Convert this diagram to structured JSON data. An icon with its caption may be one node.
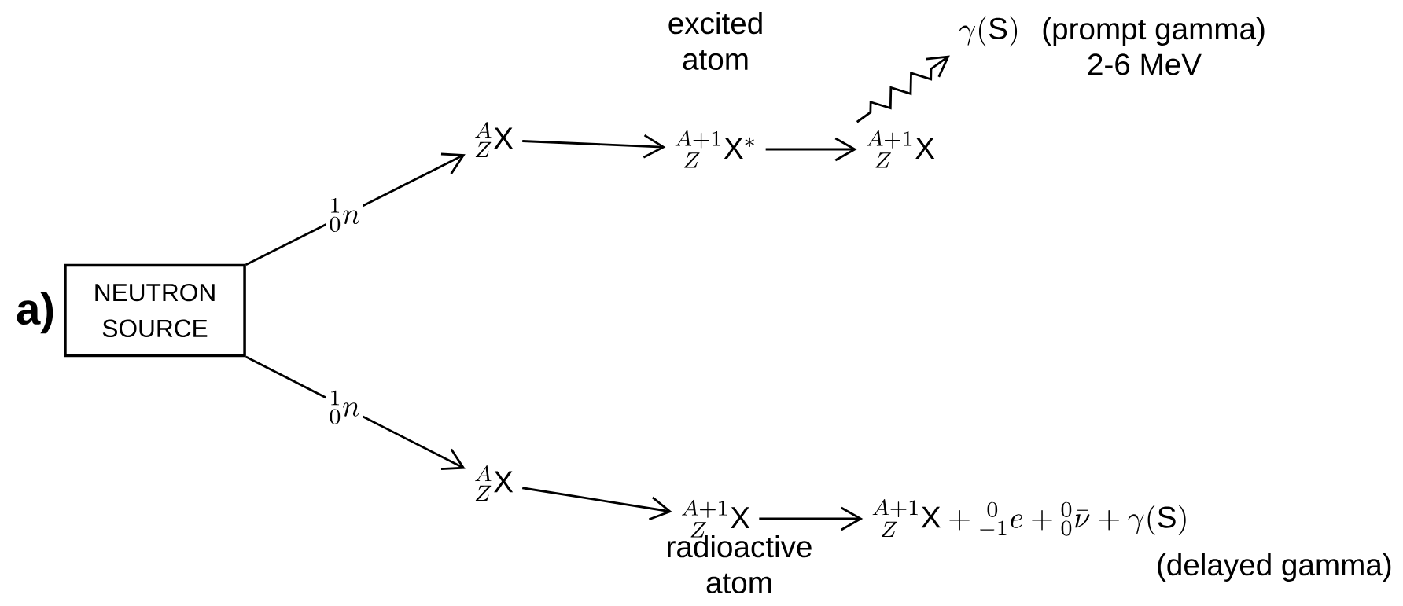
{
  "diagram": {
    "nodes": [
      {
        "text": [
          "NEUTRON SOURCE"
        ]
      },
      {
        "text": [
          "{}^{A}_{Z}\\mathrm{X}"
        ]
      },
      {
        "text": [
          "{}^{A+1}_{\\ Z}\\mathrm{X}^{*}"
        ],
        "beside": [
          "excited atom"
        ]
      },
      {
        "text": [
          "{}^{A+1}_{\\ Z}\\mathrm{X}"
        ]
      },
      {
        "text": [
          "\\gamma(\\mathrm{S})"
        ],
        "beside": [
          "(prompt gamma)",
          "2-6 MeV"
        ]
      },
      {
        "text": [
          "{}^{A}_{Z}\\mathrm{X}"
        ]
      },
      {
        "text": [
          "{}^{A+1}_{\\ Z}\\mathrm{X}"
        ],
        "beside": [
          "radioactive atom"
        ]
      },
      {
        "text": [
          "{}^{A+1}_{\\ Z}\\mathrm{X} + {}^{\\ 0}_{-1}e + {}^{0}_{0}\\bar{\\nu} + \\gamma(\\mathrm{S})"
        ],
        "beside": [
          "(delayed gamma)"
        ]
      }
    ],
    "edges": [
      {
        "from": 0,
        "to": 1,
        "arrow": "to",
        "label": "{}^{1}_{0}n"
      },
      {
        "from": 1,
        "to": 2,
        "arrow": "to"
      },
      {
        "from": 2,
        "to": 3,
        "arrow": "to"
      },
      {
        "from": 3,
        "to": 4,
        "arrow": "to"
      },
      {
        "from": 0,
        "to": 5,
        "arrow": "to",
        "label": "{}^{1}_{0}n"
      },
      {
        "from": 5,
        "to": 6,
        "arrow": "to"
      },
      {
        "from": 6,
        "to": 7,
        "arrow": "to"
      }
    ],
    "labels": [
      "a)"
    ]
  }
}
